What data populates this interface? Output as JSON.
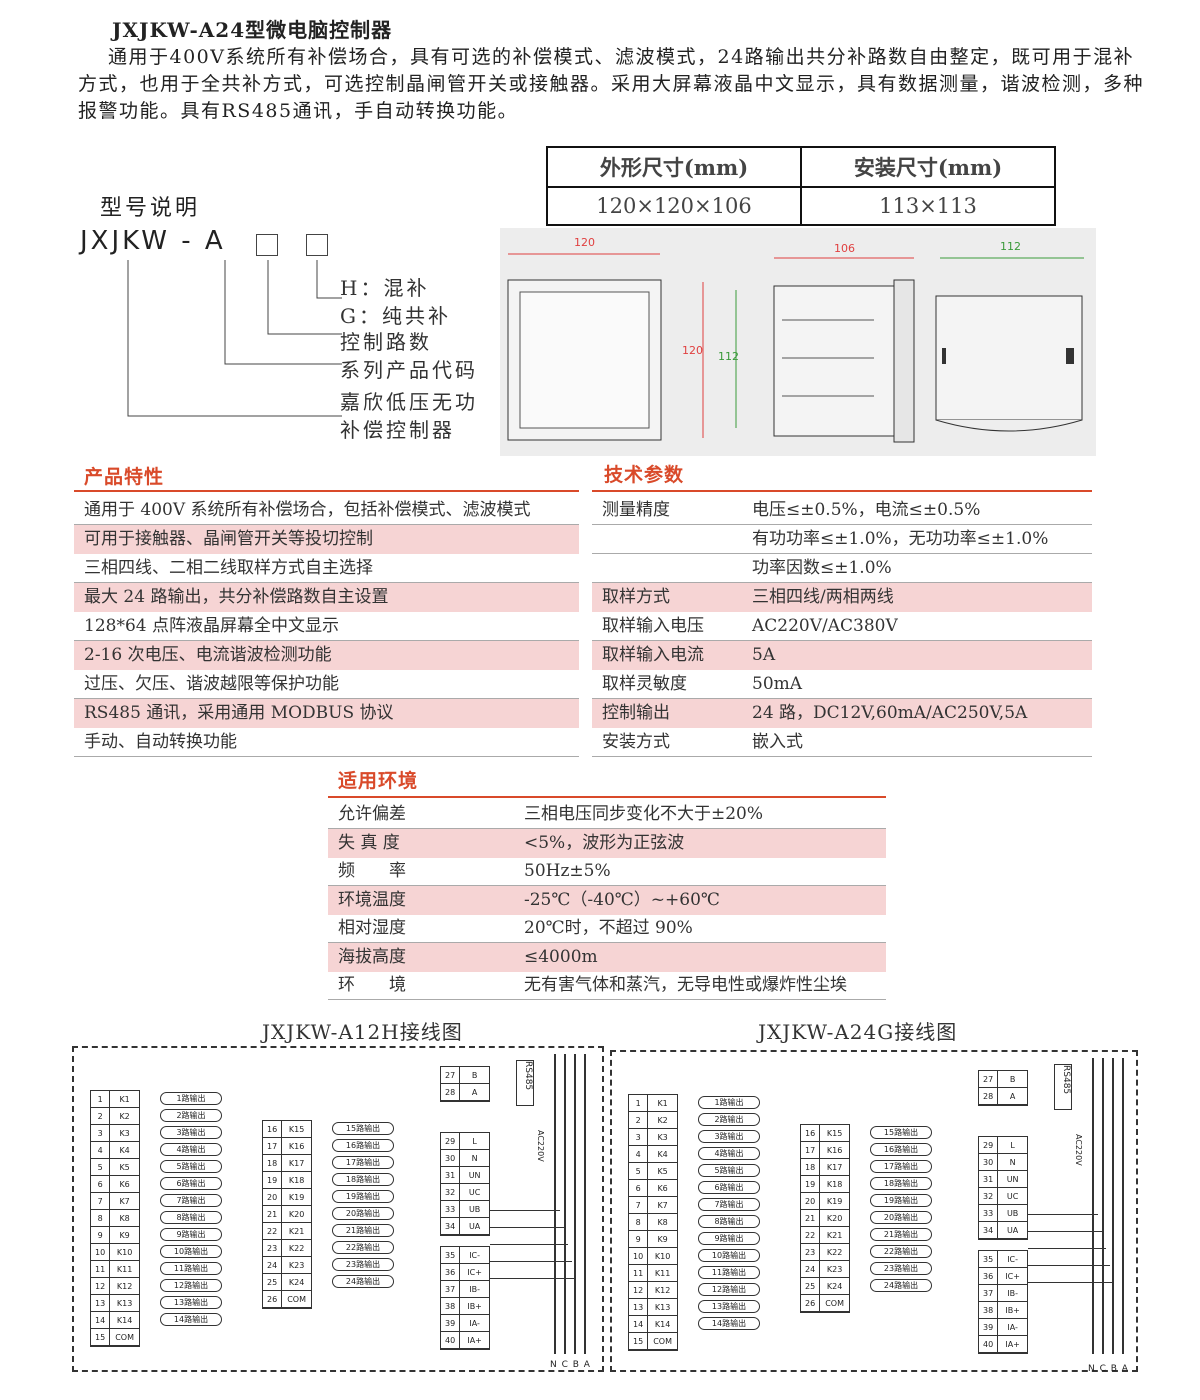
{
  "title": "JXJKW-A24型微电脑控制器",
  "intro": "通用于400V系统所有补偿场合，具有可选的补偿模式、滤波模式，24路输出共分补路数自由整定，既可用于混补方式，也用于全共补方式，可选控制晶闸管开关或接触器。采用大屏幕液晶中文显示，具有数据测量，谐波检测，多种报警功能。具有RS485通讯，手自动转换功能。",
  "dims": {
    "h1": "外形尺寸(mm)",
    "h2": "安装尺寸(mm)",
    "v1": "120×120×106",
    "v2": "113×113"
  },
  "model": {
    "heading": "型号说明",
    "code": "JXJKW - A",
    "legend": [
      "H：混补",
      "G：纯共补",
      "控制路数",
      "系列产品代码",
      "嘉欣低压无功",
      "补偿控制器"
    ]
  },
  "drawing_labels": {
    "w1": "120",
    "h1": "120",
    "h2": "112",
    "w2": "106",
    "w3": "112"
  },
  "features": {
    "heading": "产品特性",
    "items": [
      "通用于 400V 系统所有补偿场合，包括补偿模式、滤波模式",
      "可用于接触器、晶闸管开关等投切控制",
      "三相四线、二相二线取样方式自主选择",
      "最大 24 路输出，共分补偿路数自主设置",
      "128*64 点阵液晶屏幕全中文显示",
      "2-16 次电压、电流谐波检测功能",
      "过压、欠压、谐波越限等保护功能",
      "RS485 通讯，采用通用 MODBUS 协议",
      "手动、自动转换功能"
    ]
  },
  "tech": {
    "heading": "技术参数",
    "rows": [
      [
        "测量精度",
        "电压≤±0.5%，电流≤±0.5%"
      ],
      [
        "",
        "有功功率≤±1.0%，无功功率≤±1.0%"
      ],
      [
        "",
        "功率因数≤±1.0%"
      ],
      [
        "取样方式",
        "三相四线/两相两线"
      ],
      [
        "取样输入电压",
        "AC220V/AC380V"
      ],
      [
        "取样输入电流",
        "5A"
      ],
      [
        "取样灵敏度",
        "50mA"
      ],
      [
        "控制输出",
        "24 路，DC12V,60mA/AC250V,5A"
      ],
      [
        "安装方式",
        "嵌入式"
      ]
    ]
  },
  "env": {
    "heading": "适用环境",
    "rows": [
      [
        "允许偏差",
        "三相电压同步变化不大于±20%"
      ],
      [
        "失 真 度",
        "<5%，波形为正弦波"
      ],
      [
        "频　　率",
        "50Hz±5%"
      ],
      [
        "环境温度",
        "-25℃（-40℃）~+60℃"
      ],
      [
        "相对湿度",
        "20℃时，不超过 90%"
      ],
      [
        "海拔高度",
        "≤4000m"
      ],
      [
        "环　　境",
        "无有害气体和蒸汽，无导电性或爆炸性尘埃"
      ]
    ]
  },
  "diagrams": {
    "left_title": "JXJKW-A12H接线图",
    "right_title": "JXJKW-A24G接线图",
    "phases": "N C B A",
    "rs485": "RS485",
    "ac220": "AC220V",
    "left_a": [
      [
        "1",
        "K1",
        "1路输出"
      ],
      [
        "2",
        "K2",
        "2路输出"
      ],
      [
        "3",
        "K3",
        "3路输出"
      ],
      [
        "4",
        "K4",
        "4路输出"
      ],
      [
        "5",
        "K5",
        "5路输出"
      ],
      [
        "6",
        "K6",
        "6路输出"
      ],
      [
        "7",
        "K7",
        "7路输出"
      ],
      [
        "8",
        "K8",
        "8路输出"
      ],
      [
        "9",
        "K9",
        "9路输出"
      ],
      [
        "10",
        "K10",
        "10路输出"
      ],
      [
        "11",
        "K11",
        "11路输出"
      ],
      [
        "12",
        "K12",
        "12路输出"
      ],
      [
        "13",
        "K13",
        "13路输出"
      ],
      [
        "14",
        "K14",
        "14路输出"
      ],
      [
        "15",
        "COM",
        ""
      ]
    ],
    "left_b": [
      [
        "16",
        "K15",
        "15路输出"
      ],
      [
        "17",
        "K16",
        "16路输出"
      ],
      [
        "18",
        "K17",
        "17路输出"
      ],
      [
        "19",
        "K18",
        "18路输出"
      ],
      [
        "20",
        "K19",
        "19路输出"
      ],
      [
        "21",
        "K20",
        "20路输出"
      ],
      [
        "22",
        "K21",
        "21路输出"
      ],
      [
        "23",
        "K22",
        "22路输出"
      ],
      [
        "24",
        "K23",
        "23路输出"
      ],
      [
        "25",
        "K24",
        "24路输出"
      ],
      [
        "26",
        "COM",
        ""
      ]
    ],
    "rs": [
      [
        "27",
        "B"
      ],
      [
        "28",
        "A"
      ]
    ],
    "pwr": [
      [
        "29",
        "L"
      ],
      [
        "30",
        "N"
      ],
      [
        "31",
        "UN"
      ],
      [
        "32",
        "UC"
      ],
      [
        "33",
        "UB"
      ],
      [
        "34",
        "UA"
      ]
    ],
    "cur": [
      [
        "35",
        "IC-"
      ],
      [
        "36",
        "IC+"
      ],
      [
        "37",
        "IB-"
      ],
      [
        "38",
        "IB+"
      ],
      [
        "39",
        "IA-"
      ],
      [
        "40",
        "IA+"
      ]
    ]
  }
}
